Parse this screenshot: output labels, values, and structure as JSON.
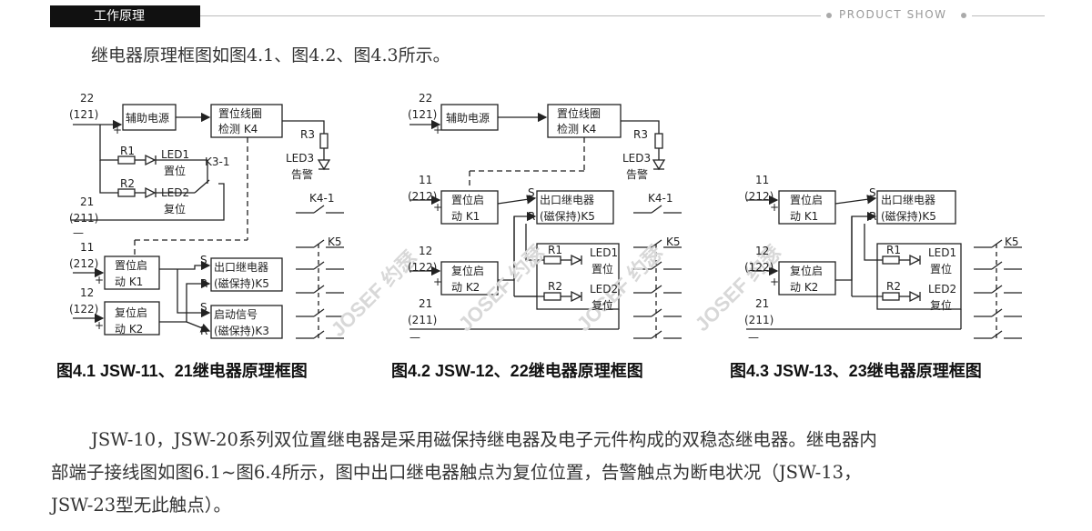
{
  "header": {
    "tab_label": "工作原理",
    "brand": "PRODUCT SHOW"
  },
  "intro": "继电器原理框图如图4.1、图4.2、图4.3所示。",
  "figures": [
    {
      "caption": "图4.1 JSW-11、21继电器原理框图",
      "labels": {
        "t22": "22",
        "t121": "(121)",
        "aux_power": "辅助电源",
        "coil1": "置位线圈",
        "coil2": "检测 K4",
        "r3": "R3",
        "led3": "LED3",
        "alarm": "告警",
        "r1": "R1",
        "led1": "LED1",
        "set": "置位",
        "k31": "K3-1",
        "r2": "R2",
        "led2": "LED2",
        "reset": "复位",
        "t21": "21",
        "t211": "(211)",
        "k41": "K4-1",
        "k5": "K5",
        "t11": "11",
        "t212": "(212)",
        "k1a": "置位启",
        "k1b": "动 K1",
        "t12": "12",
        "t122": "(122)",
        "k2a": "复位启",
        "k2b": "动 K2",
        "s": "S",
        "r": "R",
        "out1": "出口继电器",
        "out2": "(磁保持)K5",
        "st1": "启动信号",
        "st2": "(磁保持)K3",
        "plus": "+",
        "minus": "—"
      }
    },
    {
      "caption": "图4.2 JSW-12、22继电器原理框图",
      "labels": {
        "t22": "22",
        "t121": "(121)",
        "aux_power": "辅助电源",
        "coil1": "置位线圈",
        "coil2": "检测 K4",
        "r3": "R3",
        "led3": "LED3",
        "alarm": "告警",
        "t11": "11",
        "t212": "(212)",
        "k1a": "置位启",
        "k1b": "动 K1",
        "s": "S",
        "r": "R",
        "out1": "出口继电器",
        "out2": "(磁保持)K5",
        "k41": "K4-1",
        "t12": "12",
        "t122": "(122)",
        "k2a": "复位启",
        "k2b": "动 K2",
        "r1": "R1",
        "led1": "LED1",
        "set": "置位",
        "k5": "K5",
        "r2": "R2",
        "led2": "LED2",
        "reset": "复位",
        "t21": "21",
        "t211": "(211)",
        "plus": "+",
        "minus": "—"
      }
    },
    {
      "caption": "图4.3 JSW-13、23继电器原理框图",
      "labels": {
        "t11": "11",
        "t212": "(212)",
        "k1a": "置位启",
        "k1b": "动 K1",
        "s": "S",
        "r": "R",
        "out1": "出口继电器",
        "out2": "(磁保持)K5",
        "t12": "12",
        "t122": "(122)",
        "k2a": "复位启",
        "k2b": "动 K2",
        "r1": "R1",
        "led1": "LED1",
        "set": "置位",
        "k5": "K5",
        "r2": "R2",
        "led2": "LED2",
        "reset": "复位",
        "t21": "21",
        "t211": "(211)",
        "plus": "+",
        "minus": "—"
      }
    }
  ],
  "watermark": "JOSEF 约瑟",
  "paragraph": [
    "JSW-10，JSW-20系列双位置继电器是采用磁保持继电器及电子元件构成的双稳态继电器。继电器内",
    "部端子接线图如图6.1~图6.4所示，图中出口继电器触点为复位位置，告警触点为断电状况（JSW-13，",
    "JSW-23型无此触点）。"
  ]
}
